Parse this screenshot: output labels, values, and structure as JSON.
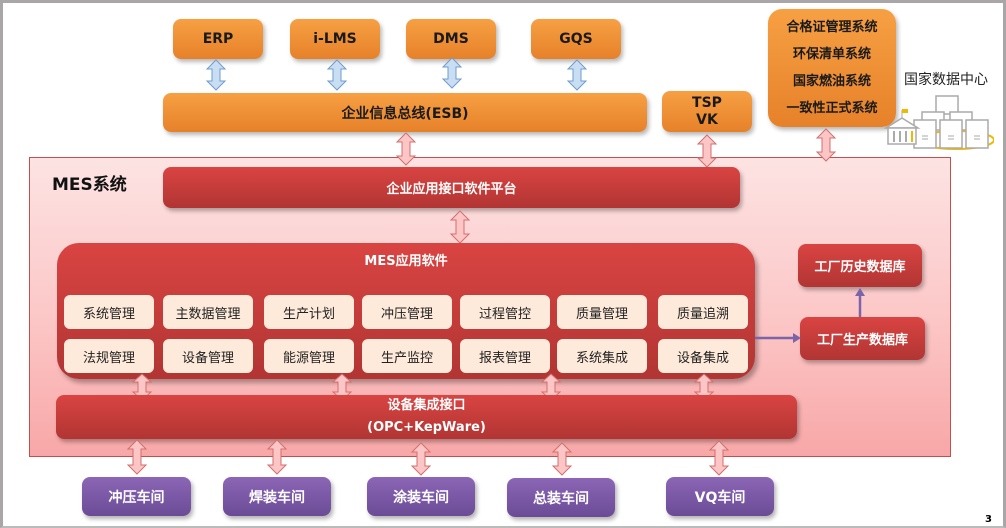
{
  "external_systems": [
    {
      "id": "erp",
      "label": "ERP"
    },
    {
      "id": "ilms",
      "label": "i-LMS"
    },
    {
      "id": "dms",
      "label": "DMS"
    },
    {
      "id": "gqs",
      "label": "GQS"
    }
  ],
  "esb": {
    "label": "企业信息总线(ESB)"
  },
  "tsp": {
    "line1": "TSP",
    "line2": "VK"
  },
  "compliance": {
    "lines": [
      "合格证管理系统",
      "环保清单系统",
      "国家燃油系统",
      "一致性正式系统"
    ]
  },
  "national_data_center": {
    "label": "国家数据中心",
    "icon": "datacenter-icon"
  },
  "mes": {
    "title": "MES系统",
    "platform_label": "企业应用接口软件平台",
    "app_title": "MES应用软件",
    "modules_row1": [
      "系统管理",
      "主数据管理",
      "生产计划",
      "冲压管理",
      "过程管控",
      "质量管理",
      "质量追溯"
    ],
    "modules_row2": [
      "法规管理",
      "设备管理",
      "能源管理",
      "生产监控",
      "报表管理",
      "系统集成",
      "设备集成"
    ],
    "history_db": "工厂历史数据库",
    "production_db": "工厂生产数据库",
    "equipment_interface": {
      "line1": "设备集成接口",
      "line2": "(OPC+KepWare)"
    }
  },
  "workshops": [
    "冲压车间",
    "焊装车间",
    "涂装车间",
    "总装车间",
    "VQ车间"
  ],
  "page_number": "3",
  "colors": {
    "orange": "#f28e34",
    "red": "#c9403e",
    "purple": "#7a58a6",
    "module_bg": "#fdeada",
    "mes_bg": "#fcd0d0",
    "blue_arrow": "#9dc3e6",
    "pink_arrow": "#f4a7a6",
    "connector": "#7b64a8"
  }
}
